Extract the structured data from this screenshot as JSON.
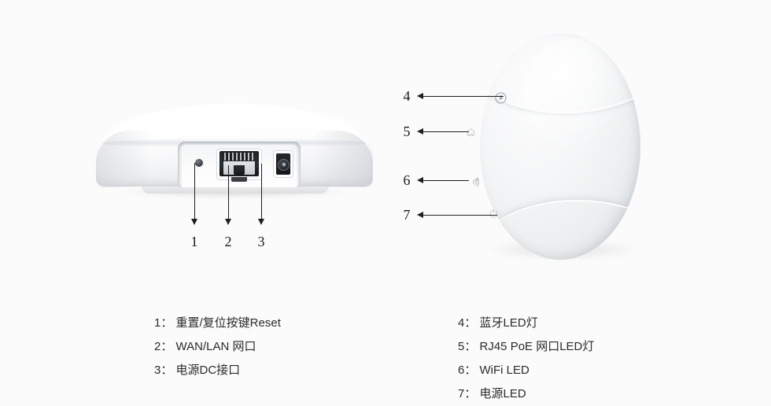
{
  "background_color": "#fbfbfb",
  "product": {
    "type": "ceiling-mount wireless access point",
    "views": [
      {
        "name": "side-view",
        "description": "side profile showing port bay"
      },
      {
        "name": "top-view",
        "description": "circular top face showing LED indicators"
      }
    ]
  },
  "callouts_left": [
    {
      "number": "1",
      "target": "reset-pinhole"
    },
    {
      "number": "2",
      "target": "rj45-port"
    },
    {
      "number": "3",
      "target": "dc-power-jack"
    }
  ],
  "callouts_right": [
    {
      "number": "4",
      "target": "bluetooth-led"
    },
    {
      "number": "5",
      "target": "rj45-poe-led"
    },
    {
      "number": "6",
      "target": "wifi-led"
    },
    {
      "number": "7",
      "target": "power-led"
    }
  ],
  "legend_left": [
    {
      "number": "1",
      "separator": "：",
      "label": "重置/复位按键Reset",
      "text": "1： 重置/复位按键Reset"
    },
    {
      "number": "2",
      "separator": "：",
      "label": "WAN/LAN 网口",
      "text": "2： WAN/LAN 网口"
    },
    {
      "number": "3",
      "separator": "：",
      "label": "电源DC接口",
      "text": "3： 电源DC接口"
    }
  ],
  "legend_right": [
    {
      "number": "4",
      "separator": "：",
      "label": "蓝牙LED灯",
      "text": "4： 蓝牙LED灯"
    },
    {
      "number": "5",
      "separator": "：",
      "label": "RJ45 PoE 网口LED灯",
      "text": "5： RJ45 PoE 网口LED灯"
    },
    {
      "number": "6",
      "separator": "：",
      "label": "WiFi LED",
      "text": "6： WiFi LED"
    },
    {
      "number": "7",
      "separator": "：",
      "label": "电源LED",
      "text": "7： 电源LED"
    }
  ],
  "icons": {
    "bluetooth": "bluetooth-icon",
    "ethernet": "rj45-poe-icon",
    "wifi": "wifi-icon",
    "power": "power-icon"
  },
  "colors": {
    "line": "#1e1e1e",
    "text": "#2b2b2b",
    "icon": "#b7bcc1",
    "device_body": "#f4f5f6"
  }
}
